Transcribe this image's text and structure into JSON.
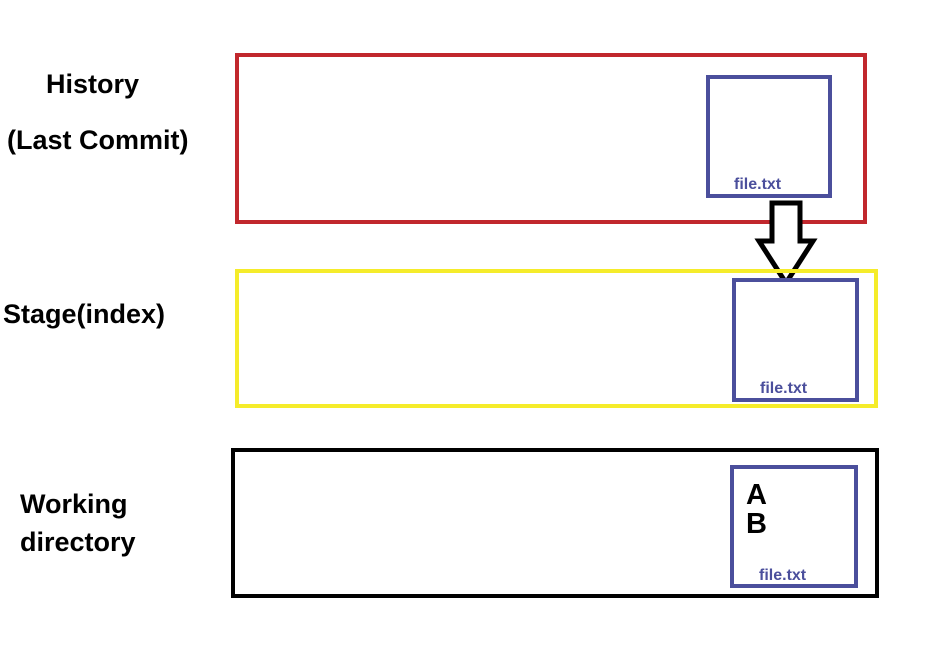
{
  "diagram": {
    "history": {
      "label_line1": "History",
      "label_line2": "(Last Commit)",
      "border_color": "#c1272d",
      "file_name": "file.txt"
    },
    "stage": {
      "label": "Stage(index)",
      "border_color": "#f5ec2a",
      "file_name": "file.txt"
    },
    "working": {
      "label_line1": "Working",
      "label_line2": "directory",
      "border_color": "#000000",
      "file_name": "file.txt",
      "file_lines": [
        "A",
        "B"
      ]
    },
    "file_border_color": "#4b4f9c",
    "arrow_icon": "down-arrow-icon"
  }
}
